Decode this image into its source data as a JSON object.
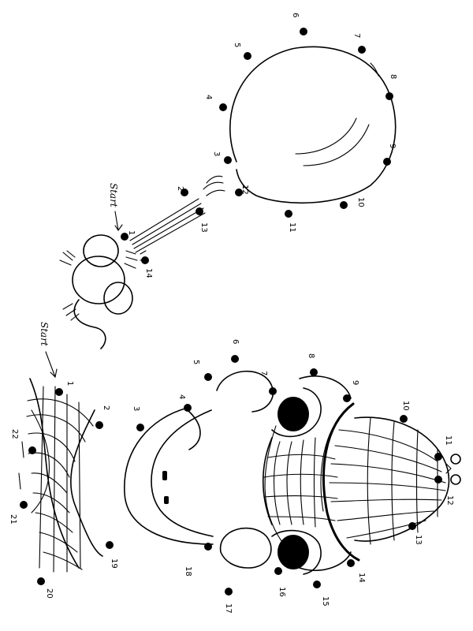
{
  "puzzle_top": {
    "start_label": "Start",
    "dot_labels": [
      "1",
      "2",
      "3",
      "4",
      "5",
      "6",
      "7",
      "8",
      "9",
      "10",
      "11",
      "12",
      "13",
      "14"
    ]
  },
  "puzzle_bottom": {
    "start_label": "Start",
    "dot_labels": [
      "1",
      "2",
      "3",
      "4",
      "5",
      "6",
      "7",
      "8",
      "9",
      "10",
      "11",
      "12",
      "13",
      "14",
      "15",
      "16",
      "17",
      "18",
      "19",
      "20",
      "21",
      "22"
    ]
  }
}
